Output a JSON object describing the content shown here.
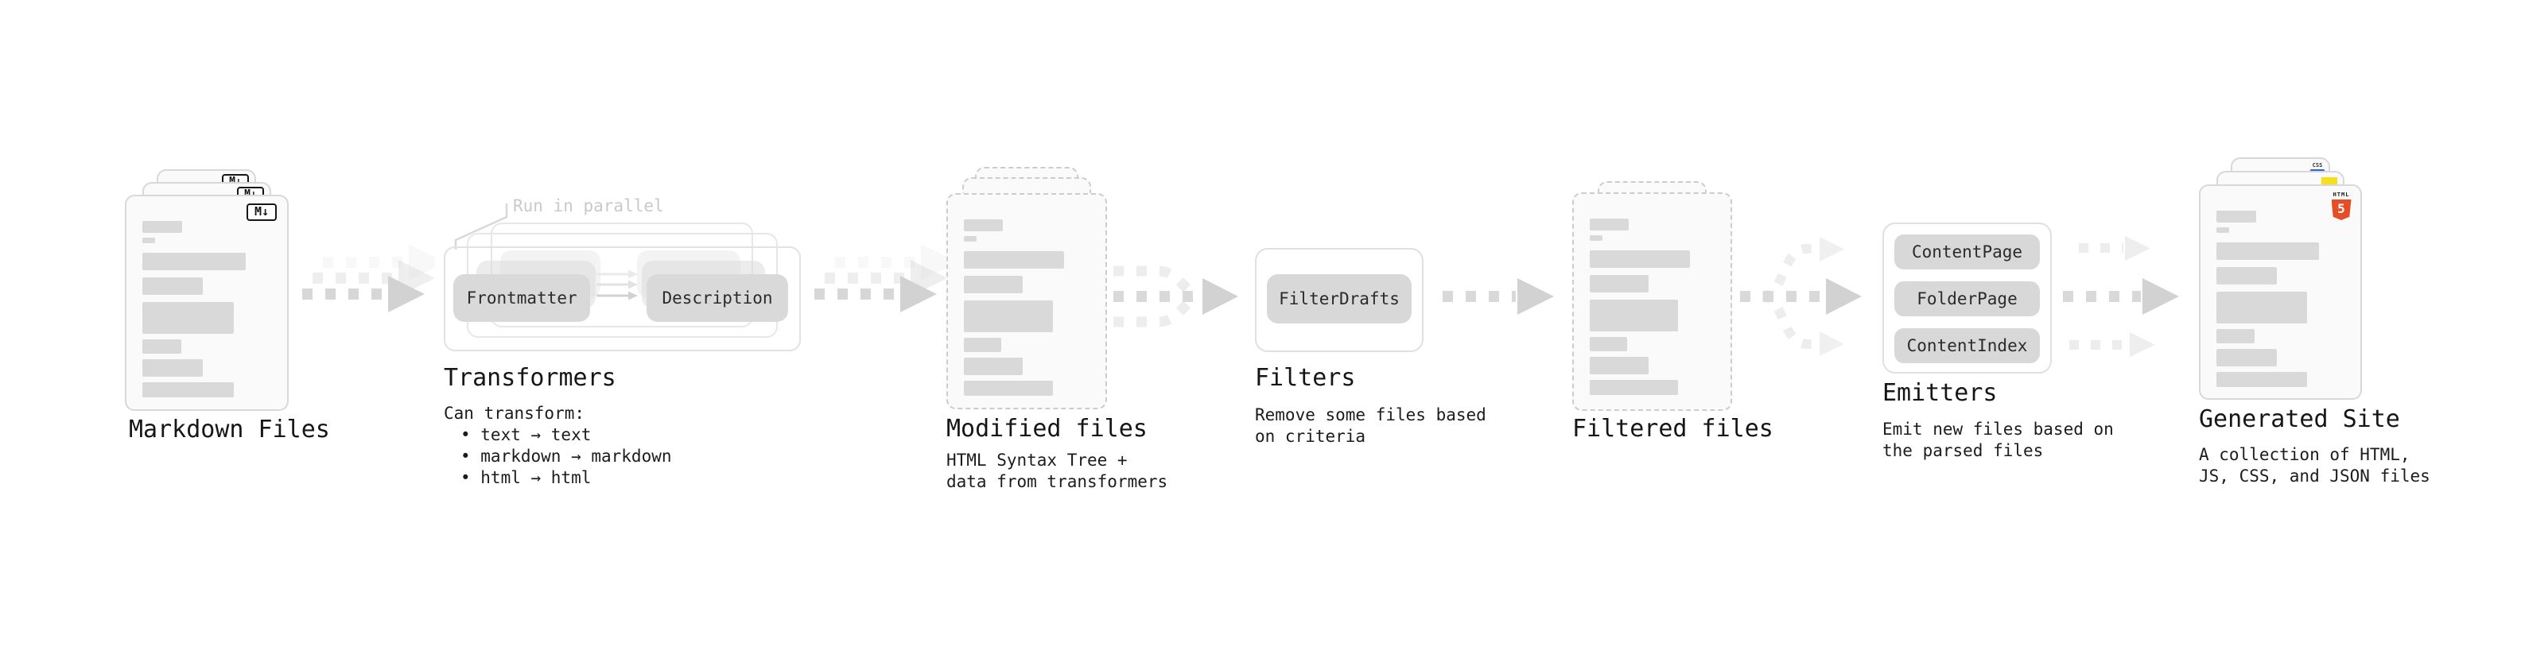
{
  "stage_markdown": {
    "label": "Markdown Files",
    "badge": "M↓"
  },
  "stage_transformers": {
    "annotation": "Run in parallel",
    "box_frontmatter": "Frontmatter",
    "box_description": "Description",
    "title": "Transformers",
    "desc_lines": [
      "Can transform:",
      "• text → text",
      "• markdown → markdown",
      "• html → html"
    ]
  },
  "stage_modified": {
    "label": "Modified files",
    "desc_lines": [
      "HTML Syntax Tree +",
      "data from transformers"
    ]
  },
  "stage_filters": {
    "title": "Filters",
    "box_filterdrafts": "FilterDrafts",
    "desc_lines": [
      "Remove some files based",
      "on criteria"
    ]
  },
  "stage_filtered": {
    "label": "Filtered files"
  },
  "stage_emitters": {
    "title": "Emitters",
    "boxes": [
      "ContentPage",
      "FolderPage",
      "ContentIndex"
    ],
    "desc_lines": [
      "Emit new files based on",
      "the parsed files"
    ]
  },
  "stage_generated": {
    "label": "Generated Site",
    "desc_lines": [
      "A collection of HTML,",
      "JS, CSS, and JSON files"
    ],
    "badge_css": "CSS",
    "badge_html_text": "HTML",
    "badge_html_number": "5"
  },
  "colors": {
    "arrow_gray": "#d9d9d9",
    "arrow_faint": "#ededed",
    "page_fill": "#fafafa",
    "page_border": "#d8d8d8",
    "dashed_border": "#cccccc",
    "bar_gray": "#d9d9d9",
    "pill_gray": "#d8d8d8",
    "annotation_gray": "#c9c9c9",
    "text_dark": "#161616",
    "markdown_black": "#161616",
    "html5_orange": "#e44d26",
    "js_yellow": "#f7df1e",
    "css_blue": "#2965f1"
  }
}
